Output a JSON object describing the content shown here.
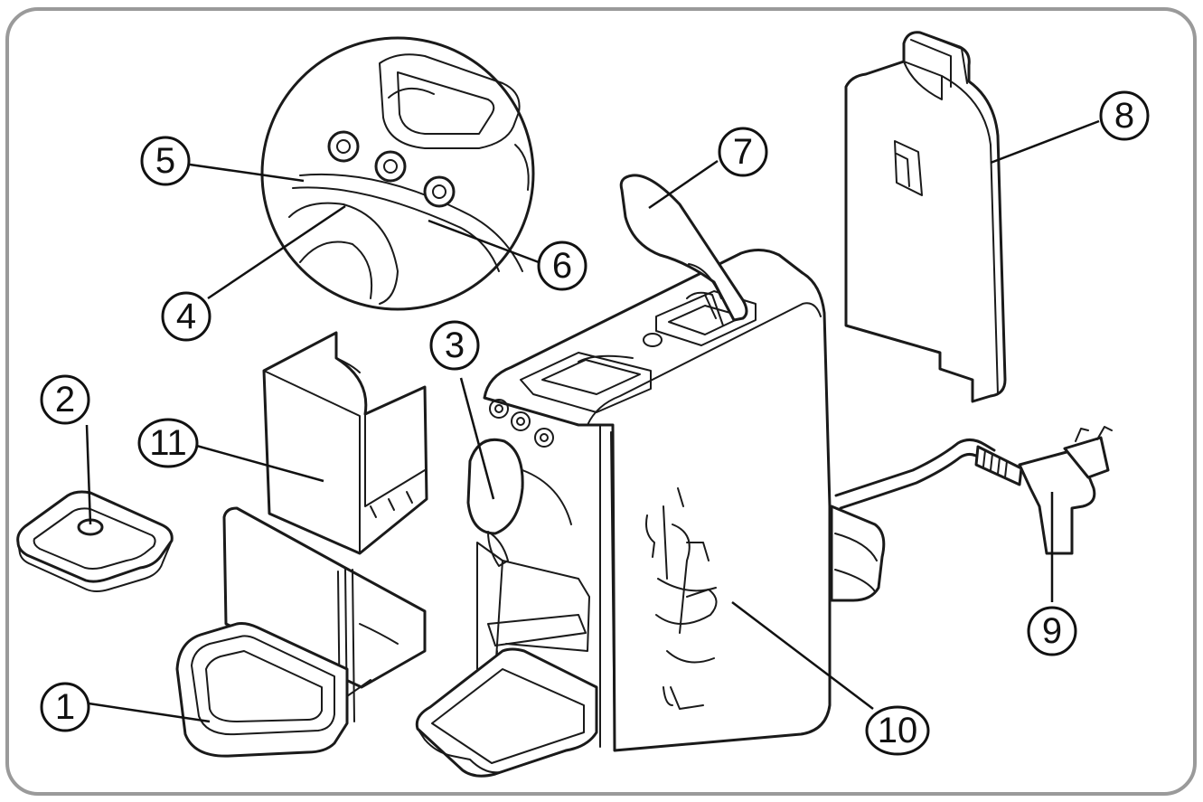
{
  "callouts": [
    {
      "id": "1",
      "label": "1"
    },
    {
      "id": "2",
      "label": "2"
    },
    {
      "id": "3",
      "label": "3"
    },
    {
      "id": "4",
      "label": "4"
    },
    {
      "id": "5",
      "label": "5"
    },
    {
      "id": "6",
      "label": "6"
    },
    {
      "id": "7",
      "label": "7"
    },
    {
      "id": "8",
      "label": "8"
    },
    {
      "id": "9",
      "label": "9"
    },
    {
      "id": "10",
      "label": "10"
    },
    {
      "id": "11",
      "label": "11"
    }
  ],
  "colors": {
    "line": "#1a1a1a",
    "frame": "#9a9a9a",
    "background": "#ffffff"
  }
}
